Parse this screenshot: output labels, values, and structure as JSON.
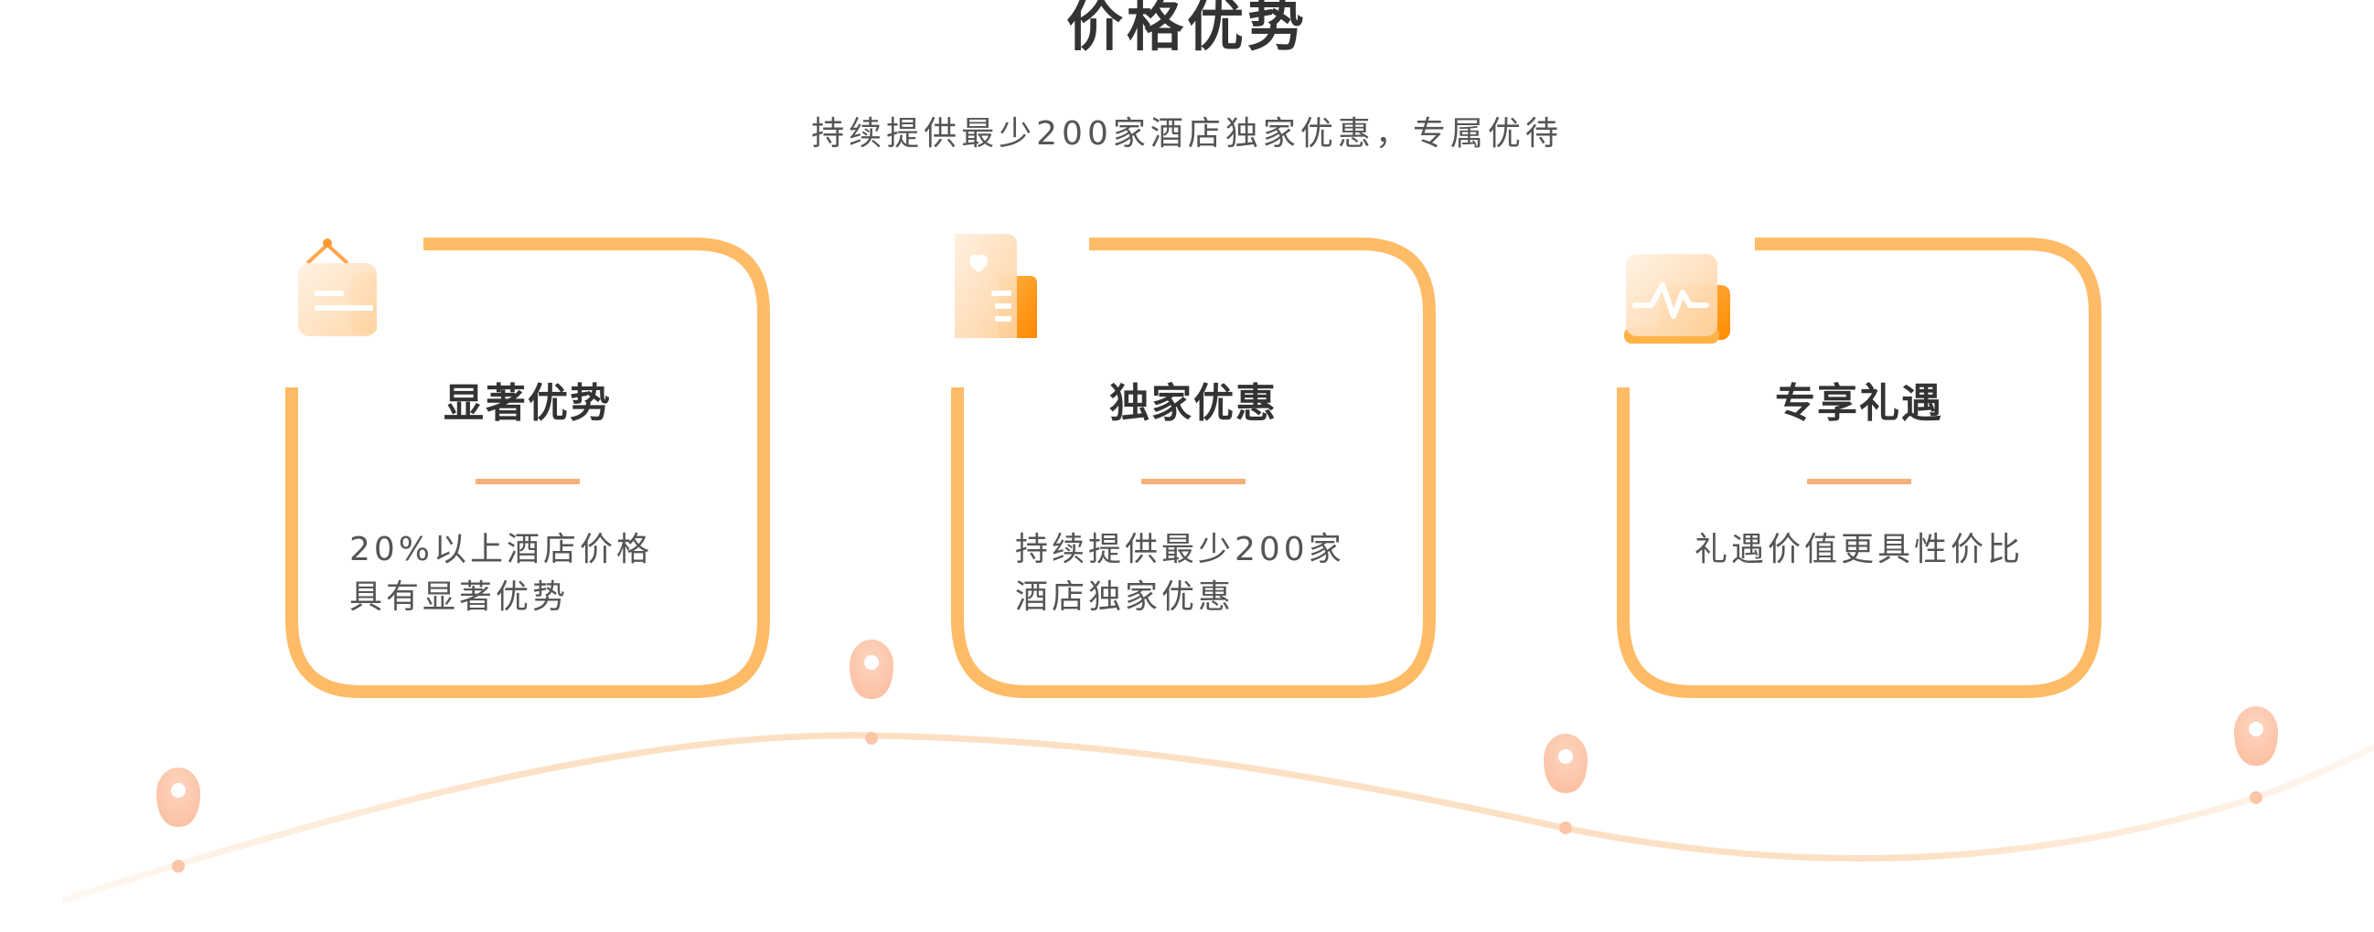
{
  "header": {
    "title": "价格优势",
    "subtitle": "持续提供最少200家酒店独家优惠，专属优待"
  },
  "colors": {
    "accent": "#ffbb66",
    "divider": "#f5b077",
    "route": "#fde0c4",
    "pin": "#fcc8ad"
  },
  "cards": [
    {
      "title": "显著优势",
      "icon": "price-tag-icon",
      "desc_lines": [
        "20%以上酒店价格",
        "具有显著优势"
      ]
    },
    {
      "title": "独家优惠",
      "icon": "heart-document-icon",
      "desc_lines": [
        "持续提供最少200家",
        "酒店独家优惠"
      ]
    },
    {
      "title": "专享礼遇",
      "icon": "pulse-monitor-icon",
      "desc_lines": [
        "礼遇价值更具性价比"
      ]
    }
  ]
}
